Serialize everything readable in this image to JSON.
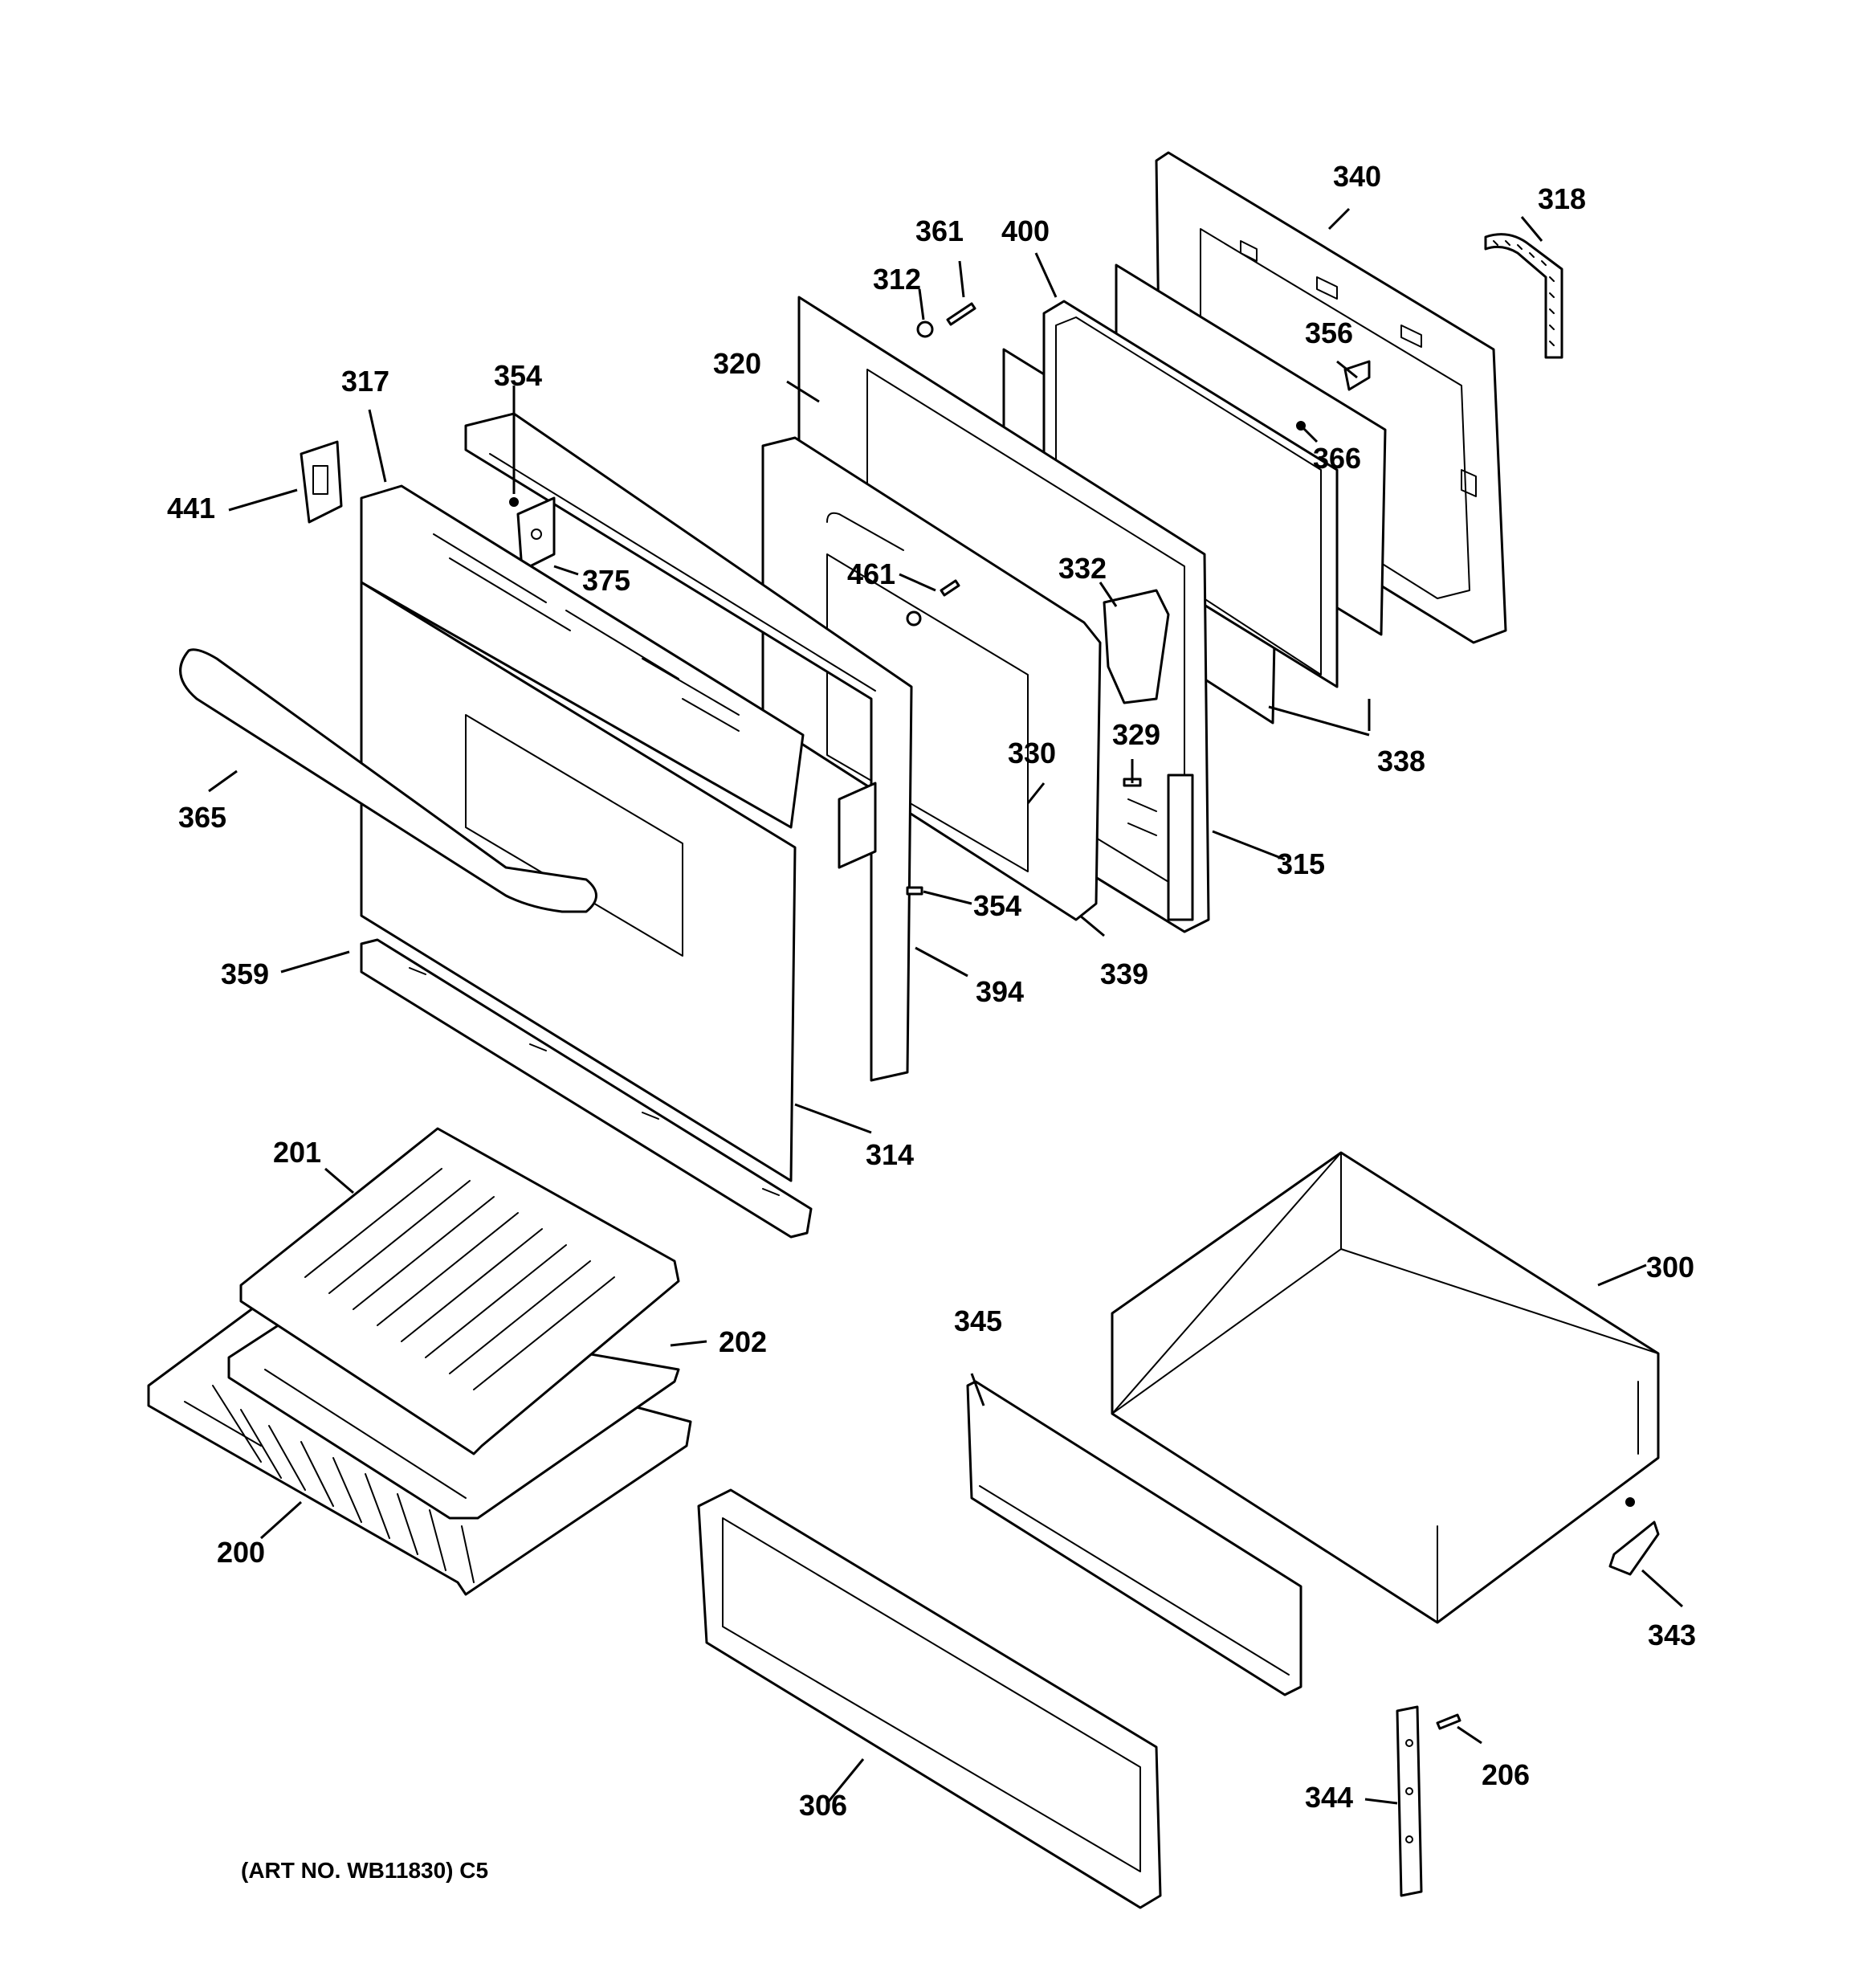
{
  "art_number": "(ART NO. WB11830) C5",
  "parts": {
    "p200": "200",
    "p201": "201",
    "p202": "202",
    "p206": "206",
    "p300": "300",
    "p306": "306",
    "p312": "312",
    "p314": "314",
    "p315": "315",
    "p317": "317",
    "p318": "318",
    "p320": "320",
    "p329": "329",
    "p330": "330",
    "p332": "332",
    "p338": "338",
    "p339": "339",
    "p340": "340",
    "p343": "343",
    "p344": "344",
    "p345": "345",
    "p354a": "354",
    "p354b": "354",
    "p356": "356",
    "p359": "359",
    "p361": "361",
    "p365": "365",
    "p366": "366",
    "p375": "375",
    "p394": "394",
    "p400": "400",
    "p441": "441",
    "p461": "461"
  }
}
